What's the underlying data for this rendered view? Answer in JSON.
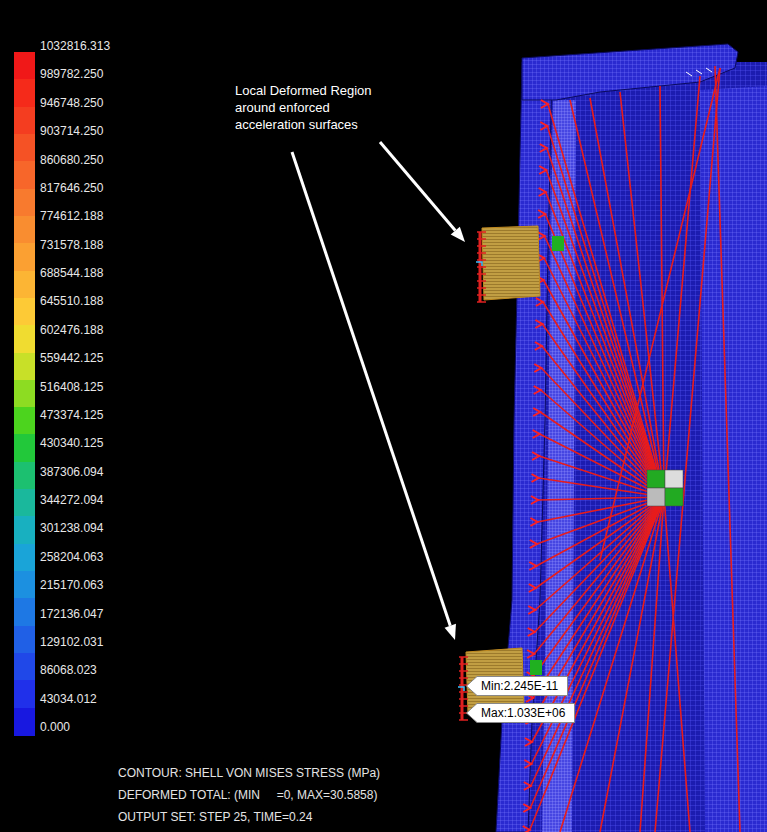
{
  "diagram": {
    "nodes": [
      {
        "text": [
          "Min:2.245E-11"
        ]
      },
      {
        "text": [
          "Max:1.033E+06"
        ]
      }
    ],
    "labels": [
      "Local Deformed Region around enforced acceleration surfaces",
      "CONTOUR: SHELL VON MISES STRESS (MPa)",
      "DEFORMED TOTAL: (MIN     =0, MAX=30.5858)",
      "OUTPUT SET: STEP 25, TIME=0.24"
    ],
    "legend": [
      {
        "text": "1032816.313",
        "color": "#f01818"
      },
      {
        "text": "989782.250",
        "color": "#f52a1a"
      },
      {
        "text": "946748.250",
        "color": "#f43d20"
      },
      {
        "text": "903714.250",
        "color": "#f55225"
      },
      {
        "text": "860680.250",
        "color": "#f7662a"
      },
      {
        "text": "817646.250",
        "color": "#f87a2e"
      },
      {
        "text": "774612.188",
        "color": "#f98d30"
      },
      {
        "text": "731578.188",
        "color": "#fba032"
      },
      {
        "text": "688544.188",
        "color": "#fcb534"
      },
      {
        "text": "645510.188",
        "color": "#fdca36"
      },
      {
        "text": "602476.188",
        "color": "#f0dc30"
      },
      {
        "text": "559442.125",
        "color": "#c8e028"
      },
      {
        "text": "516408.125",
        "color": "#8ddc22"
      },
      {
        "text": "473374.125",
        "color": "#4cd41e"
      },
      {
        "text": "430340.125",
        "color": "#22c83a"
      },
      {
        "text": "387306.094",
        "color": "#1cc070"
      },
      {
        "text": "344272.094",
        "color": "#1ab89c"
      },
      {
        "text": "301238.094",
        "color": "#18b0c0"
      },
      {
        "text": "258204.063",
        "color": "#1aa4d8"
      },
      {
        "text": "215170.063",
        "color": "#1c90e0"
      },
      {
        "text": "172136.047",
        "color": "#1e78e4"
      },
      {
        "text": "129102.031",
        "color": "#2060e6"
      },
      {
        "text": "86068.023",
        "color": "#2048e8"
      },
      {
        "text": "43034.012",
        "color": "#2030ea"
      },
      {
        "text": "0.000",
        "color": "#1818e0"
      }
    ]
  }
}
